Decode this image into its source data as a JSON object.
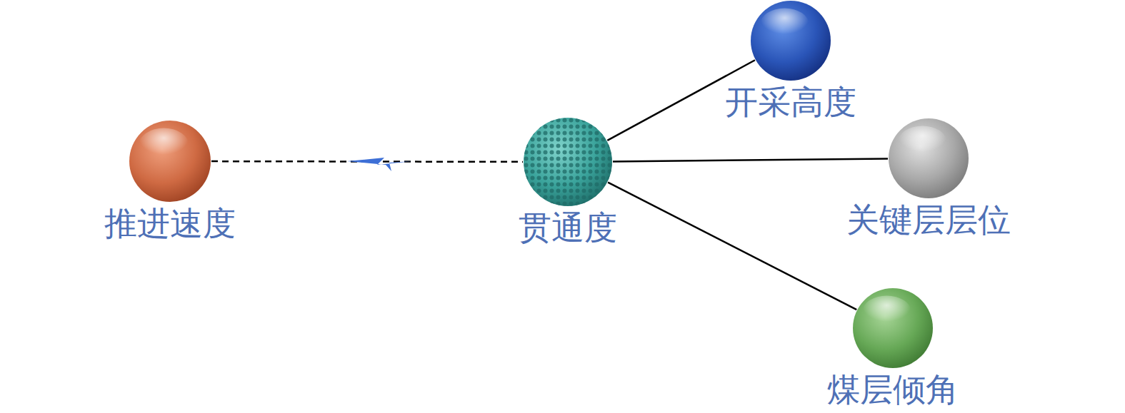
{
  "diagram": {
    "nodes": [
      {
        "text": [
          "推进速度"
        ]
      },
      {
        "text": [
          "贯通度"
        ]
      },
      {
        "text": [
          "开采高度"
        ]
      },
      {
        "text": [
          "关键层层位"
        ]
      },
      {
        "text": [
          "煤层倾角"
        ]
      }
    ],
    "edges": [
      {
        "from": 0,
        "to": 1,
        "arrow": "none"
      },
      {
        "from": 1,
        "to": 2,
        "arrow": "none"
      },
      {
        "from": 1,
        "to": 3,
        "arrow": "none"
      },
      {
        "from": 1,
        "to": 4,
        "arrow": "none"
      }
    ]
  }
}
